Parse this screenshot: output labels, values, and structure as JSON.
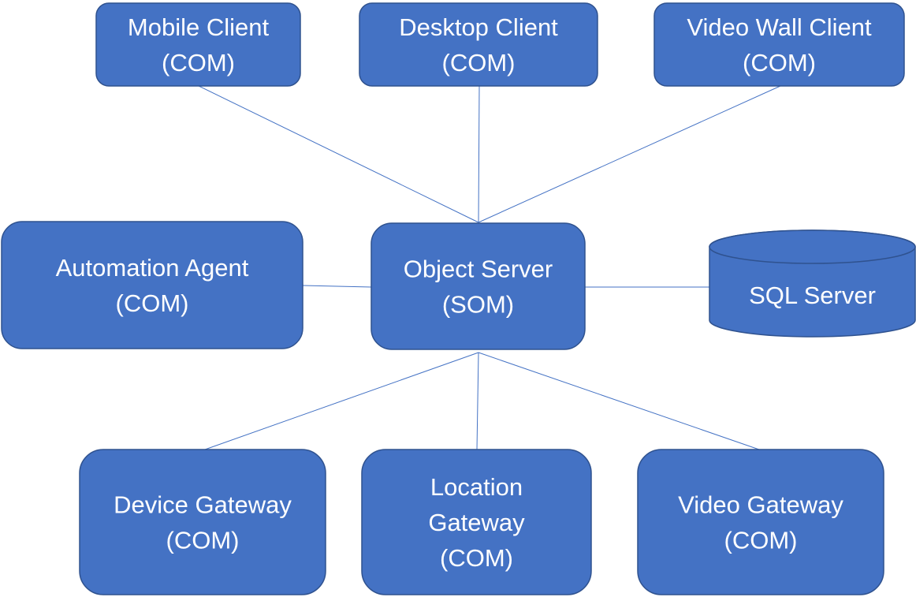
{
  "diagram": {
    "nodes": [
      {
        "id": "mobile",
        "lines": [
          "Mobile Client",
          "(COM)"
        ],
        "shape": "rounded-rect"
      },
      {
        "id": "desktop",
        "lines": [
          "Desktop Client",
          "(COM)"
        ],
        "shape": "rounded-rect"
      },
      {
        "id": "videowall",
        "lines": [
          "Video Wall Client",
          "(COM)"
        ],
        "shape": "rounded-rect"
      },
      {
        "id": "automation",
        "lines": [
          "Automation Agent",
          "(COM)"
        ],
        "shape": "rounded-rect"
      },
      {
        "id": "objectserver",
        "lines": [
          "Object Server",
          "(SOM)"
        ],
        "shape": "rounded-rect"
      },
      {
        "id": "sql",
        "lines": [
          "SQL Server"
        ],
        "shape": "cylinder"
      },
      {
        "id": "device",
        "lines": [
          "Device Gateway",
          "(COM)"
        ],
        "shape": "rounded-rect"
      },
      {
        "id": "location",
        "lines": [
          "Location",
          "Gateway",
          "(COM)"
        ],
        "shape": "rounded-rect"
      },
      {
        "id": "video",
        "lines": [
          "Video Gateway",
          "(COM)"
        ],
        "shape": "rounded-rect"
      }
    ],
    "edges": [
      {
        "from": "mobile",
        "to": "objectserver"
      },
      {
        "from": "desktop",
        "to": "objectserver"
      },
      {
        "from": "videowall",
        "to": "objectserver"
      },
      {
        "from": "automation",
        "to": "objectserver"
      },
      {
        "from": "objectserver",
        "to": "sql"
      },
      {
        "from": "objectserver",
        "to": "device"
      },
      {
        "from": "objectserver",
        "to": "location"
      },
      {
        "from": "objectserver",
        "to": "video"
      }
    ],
    "colors": {
      "fill": "#4472c4",
      "stroke": "#2f528f",
      "edge": "#4472c4",
      "text": "#ffffff"
    }
  }
}
